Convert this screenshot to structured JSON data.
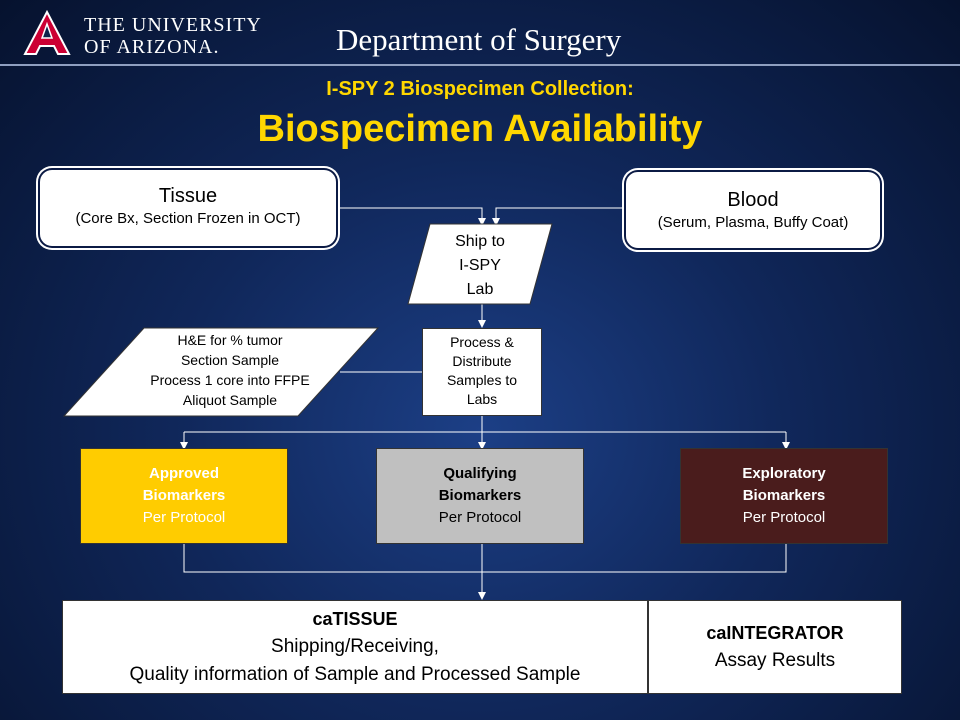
{
  "header": {
    "university_line1": "THE UNIVERSITY",
    "university_line2": "OF ARIZONA.",
    "department": "Department of Surgery"
  },
  "subtitle": "I-SPY 2 Biospecimen Collection:",
  "title": "Biospecimen Availability",
  "tissue": {
    "label": "Tissue",
    "detail": "(Core Bx, Section Frozen in OCT)"
  },
  "blood": {
    "label": "Blood",
    "detail": "(Serum, Plasma, Buffy Coat)"
  },
  "ship": {
    "line1": "Ship to",
    "line2": "I-SPY",
    "line3": "Lab"
  },
  "he": {
    "line1": "H&E for % tumor",
    "line2": "Section Sample",
    "line3": "Process 1 core into FFPE",
    "line4": "Aliquot Sample"
  },
  "process": {
    "line1": "Process &",
    "line2": "Distribute",
    "line3": "Samples to",
    "line4": "Labs"
  },
  "approved": {
    "line1": "Approved",
    "line2": "Biomarkers",
    "line3": "Per Protocol"
  },
  "qualifying": {
    "line1": "Qualifying",
    "line2": "Biomarkers",
    "line3": "Per Protocol"
  },
  "exploratory": {
    "line1": "Exploratory",
    "line2": "Biomarkers",
    "line3": "Per Protocol"
  },
  "catissue": {
    "title": "caTISSUE",
    "line1": "Shipping/Receiving,",
    "line2": "Quality information of Sample and Processed Sample"
  },
  "caintegrator": {
    "title": "caINTEGRATOR",
    "line1": "Assay Results"
  },
  "colors": {
    "gold": "#ffd700",
    "approved": "#ffcc00",
    "qualifying": "#c0c0c0",
    "exploratory": "#4a1c1c"
  }
}
